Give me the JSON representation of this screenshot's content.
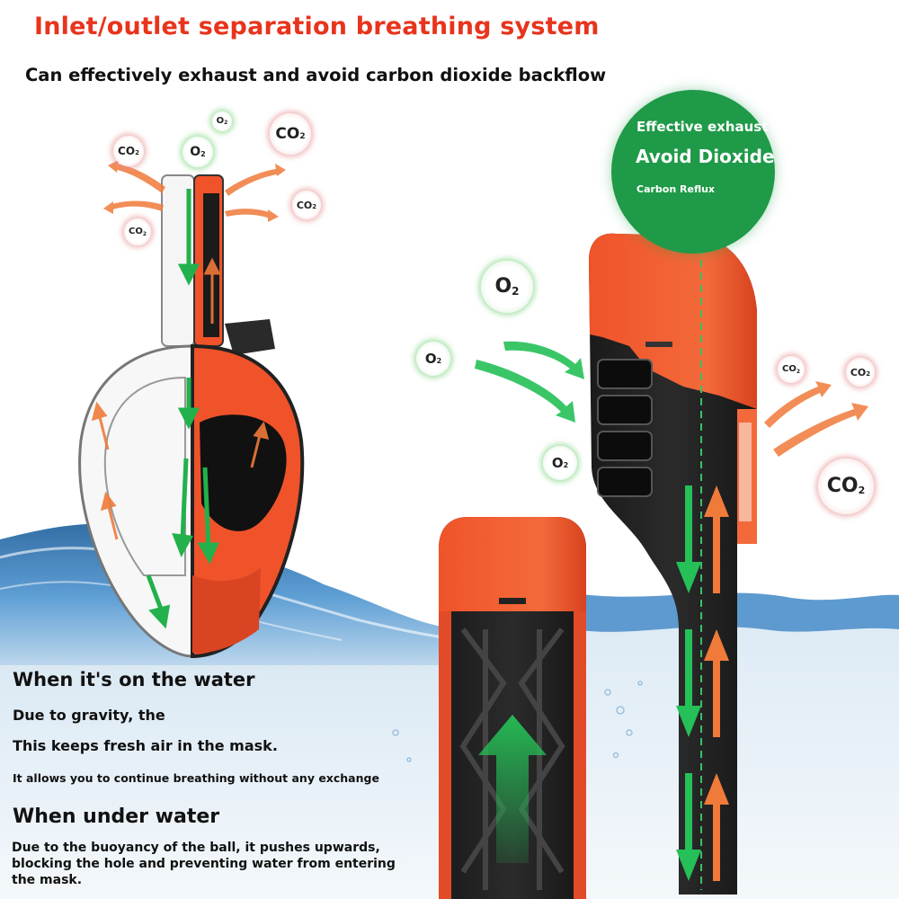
{
  "header": {
    "title": "Inlet/outlet separation breathing system",
    "subtitle": "Can effectively exhaust and avoid carbon dioxide backflow"
  },
  "badge": {
    "line1": "Effective exhaust",
    "line2": "Avoid Dioxide",
    "line3": "Carbon Reflux"
  },
  "molecules": {
    "o2_main": "O",
    "o2_sub": "2",
    "co2_main": "CO",
    "co2_sub": "2"
  },
  "surface": {
    "heading": "When it's on the water",
    "line1": "Due to gravity, the",
    "line2": "This keeps fresh air in the mask.",
    "line3": "It allows you to continue breathing without any exchange"
  },
  "underwater": {
    "heading": "When under water",
    "text": "Due to the buoyancy of the ball, it pushes upwards, blocking the hole and preventing water from entering the mask."
  },
  "colors": {
    "accent_red": "#e8341c",
    "mask_orange": "#f0532a",
    "badge_green": "#1f9a48",
    "flow_green": "#25c057",
    "flow_orange": "#f07a3a",
    "water_blue": "#2f7fc0"
  }
}
